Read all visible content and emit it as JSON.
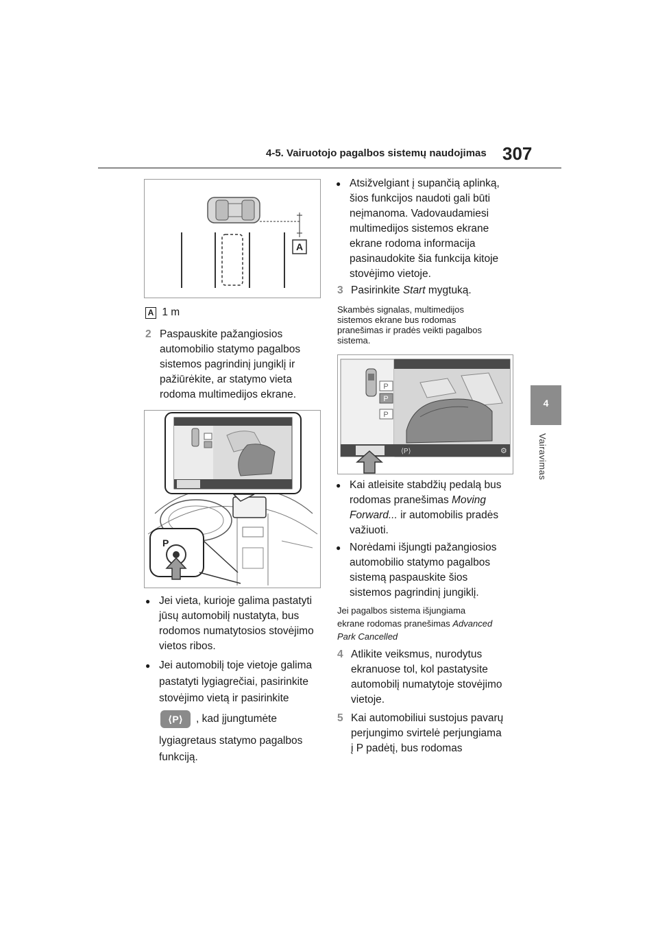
{
  "header": {
    "section_title": "4-5. Vairuotojo pagalbos sistemų naudojimas",
    "page_number": "307"
  },
  "side_tab": {
    "chapter_number": "4",
    "chapter_label": "Vairavimas"
  },
  "figure1": {
    "callout_letter": "A"
  },
  "legend_a": {
    "letter": "A",
    "text": "1 m"
  },
  "step2": {
    "number": "2",
    "lines": [
      "Paspauskite pažangiosios",
      "automobilio statymo pagalbos",
      "sistemos pagrindinį jungiklį ir",
      "pažiūrėkite, ar statymo vieta",
      "rodoma multimedijos ekrane."
    ]
  },
  "figure2": {
    "gear_letter": "P"
  },
  "bullet_left1": {
    "lines": [
      "Jei vieta, kurioje galima pastatyti",
      "jūsų automobilį nustatyta, bus",
      "rodomos numatytosios stovėjimo",
      "vietos ribos."
    ]
  },
  "bullet_left2": {
    "lines": [
      "Jei automobilį toje vietoje galima",
      "pastatyti lygiagrečiai, pasirinkite",
      "stovėjimo vietą ir pasirinkite"
    ],
    "after_icon": ", kad įjungtumėte",
    "tail_lines": [
      "lygiagretaus statymo pagalbos",
      "funkciją."
    ],
    "icon": "parallel-parking-icon"
  },
  "bullet_right1": {
    "lines": [
      "Atsižvelgiant į supančią aplinką,",
      "šios funkcijos naudoti gali būti",
      "neįmanoma. Vadovaudamiesi",
      "multimedijos sistemos ekrane",
      "ekrane rodoma informacija",
      "pasinaudokite šia funkcija kitoje",
      "stovėjimo vietoje."
    ]
  },
  "step3": {
    "number": "3",
    "pre": "Pasirinkite ",
    "italic": "Start",
    "post": " mygtuką."
  },
  "note1": {
    "lines": [
      "Skambės signalas, multimedijos",
      "sistemos ekrane bus rodomas",
      "pranešimas ir pradės veikti pagalbos",
      "sistema."
    ]
  },
  "figure3": {
    "slot_letters": [
      "P",
      "P",
      "P"
    ]
  },
  "bullet_right2": {
    "line1": "Kai atleisite stabdžių pedalą bus",
    "line2_pre": "rodomas pranešimas ",
    "line2_italic": "Moving",
    "line3_italic": "Forward...",
    "line3_post": " ir automobilis pradės",
    "line4": "važiuoti."
  },
  "bullet_right3": {
    "lines": [
      "Norėdami išjungti pažangiosios",
      "automobilio statymo pagalbos",
      "sistemą paspauskite šios",
      "sistemos pagrindinį jungiklį."
    ]
  },
  "note2": {
    "line1": "Jei pagalbos sistema išjungiama",
    "line2_pre": "ekrane rodomas pranešimas ",
    "line2_italic": "Advanced",
    "line3_italic": "Park Cancelled"
  },
  "step4": {
    "number": "4",
    "lines": [
      "Atlikite veiksmus, nurodytus",
      "ekranuose tol, kol pastatysite",
      "automobilį numatytoje stovėjimo",
      "vietoje."
    ]
  },
  "step5": {
    "number": "5",
    "lines": [
      "Kai automobiliui sustojus pavarų",
      "perjungimo svirtelė perjungiama",
      "į P padėtį, bus rodomas"
    ]
  },
  "colors": {
    "accent_gray": "#8a8a8a",
    "text": "#1a1a1a"
  }
}
